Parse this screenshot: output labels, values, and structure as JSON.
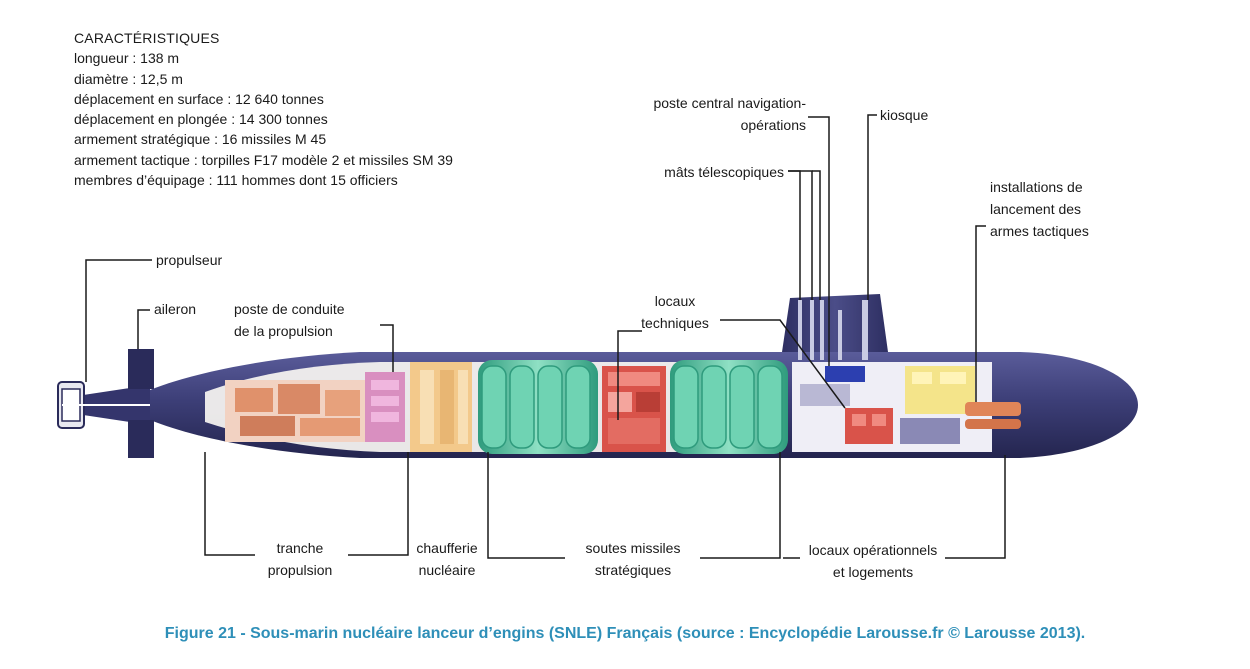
{
  "specs": {
    "title": "CARACTÉRISTIQUES",
    "lines": [
      "longueur : 138 m",
      "diamètre : 12,5 m",
      "déplacement en surface : 12 640 tonnes",
      "déplacement en plongée : 14 300 tonnes",
      "armement stratégique : 16 missiles M 45",
      "armement tactique : torpilles F17 modèle 2 et missiles SM 39",
      "membres d’équipage : 111 hommes dont 15 officiers"
    ]
  },
  "labels": {
    "propulseur": "propulseur",
    "aileron": "aileron",
    "poste_conduite": [
      "poste de conduite",
      "de la propulsion"
    ],
    "poste_central": [
      "poste central navigation-",
      "opérations"
    ],
    "kiosque": "kiosque",
    "mats": "mâts télescopiques",
    "installations": [
      "installations de",
      "lancement des",
      "armes tactiques"
    ],
    "locaux_techniques": [
      "locaux",
      "techniques"
    ],
    "tranche": [
      "tranche",
      "propulsion"
    ],
    "chaufferie": [
      "chaufferie",
      "nucléaire"
    ],
    "soutes": [
      "soutes missiles",
      "stratégiques"
    ],
    "locaux_ops": [
      "locaux opérationnels",
      "et logements"
    ]
  },
  "caption": "Figure 21 - Sous-marin nucléaire lanceur d’engins (SNLE) Français (source : Encyclopédie Larousse.fr © Larousse 2013).",
  "colors": {
    "hull": "#3d3f78",
    "hull_dark": "#2a2b5a",
    "missile_bay": "#4fc2a0",
    "reactor": "#f3c98b",
    "engine_room": "#e0916b",
    "technical": "#d9534a",
    "ops": "#f4e48a",
    "caption": "#2e8fb8"
  }
}
